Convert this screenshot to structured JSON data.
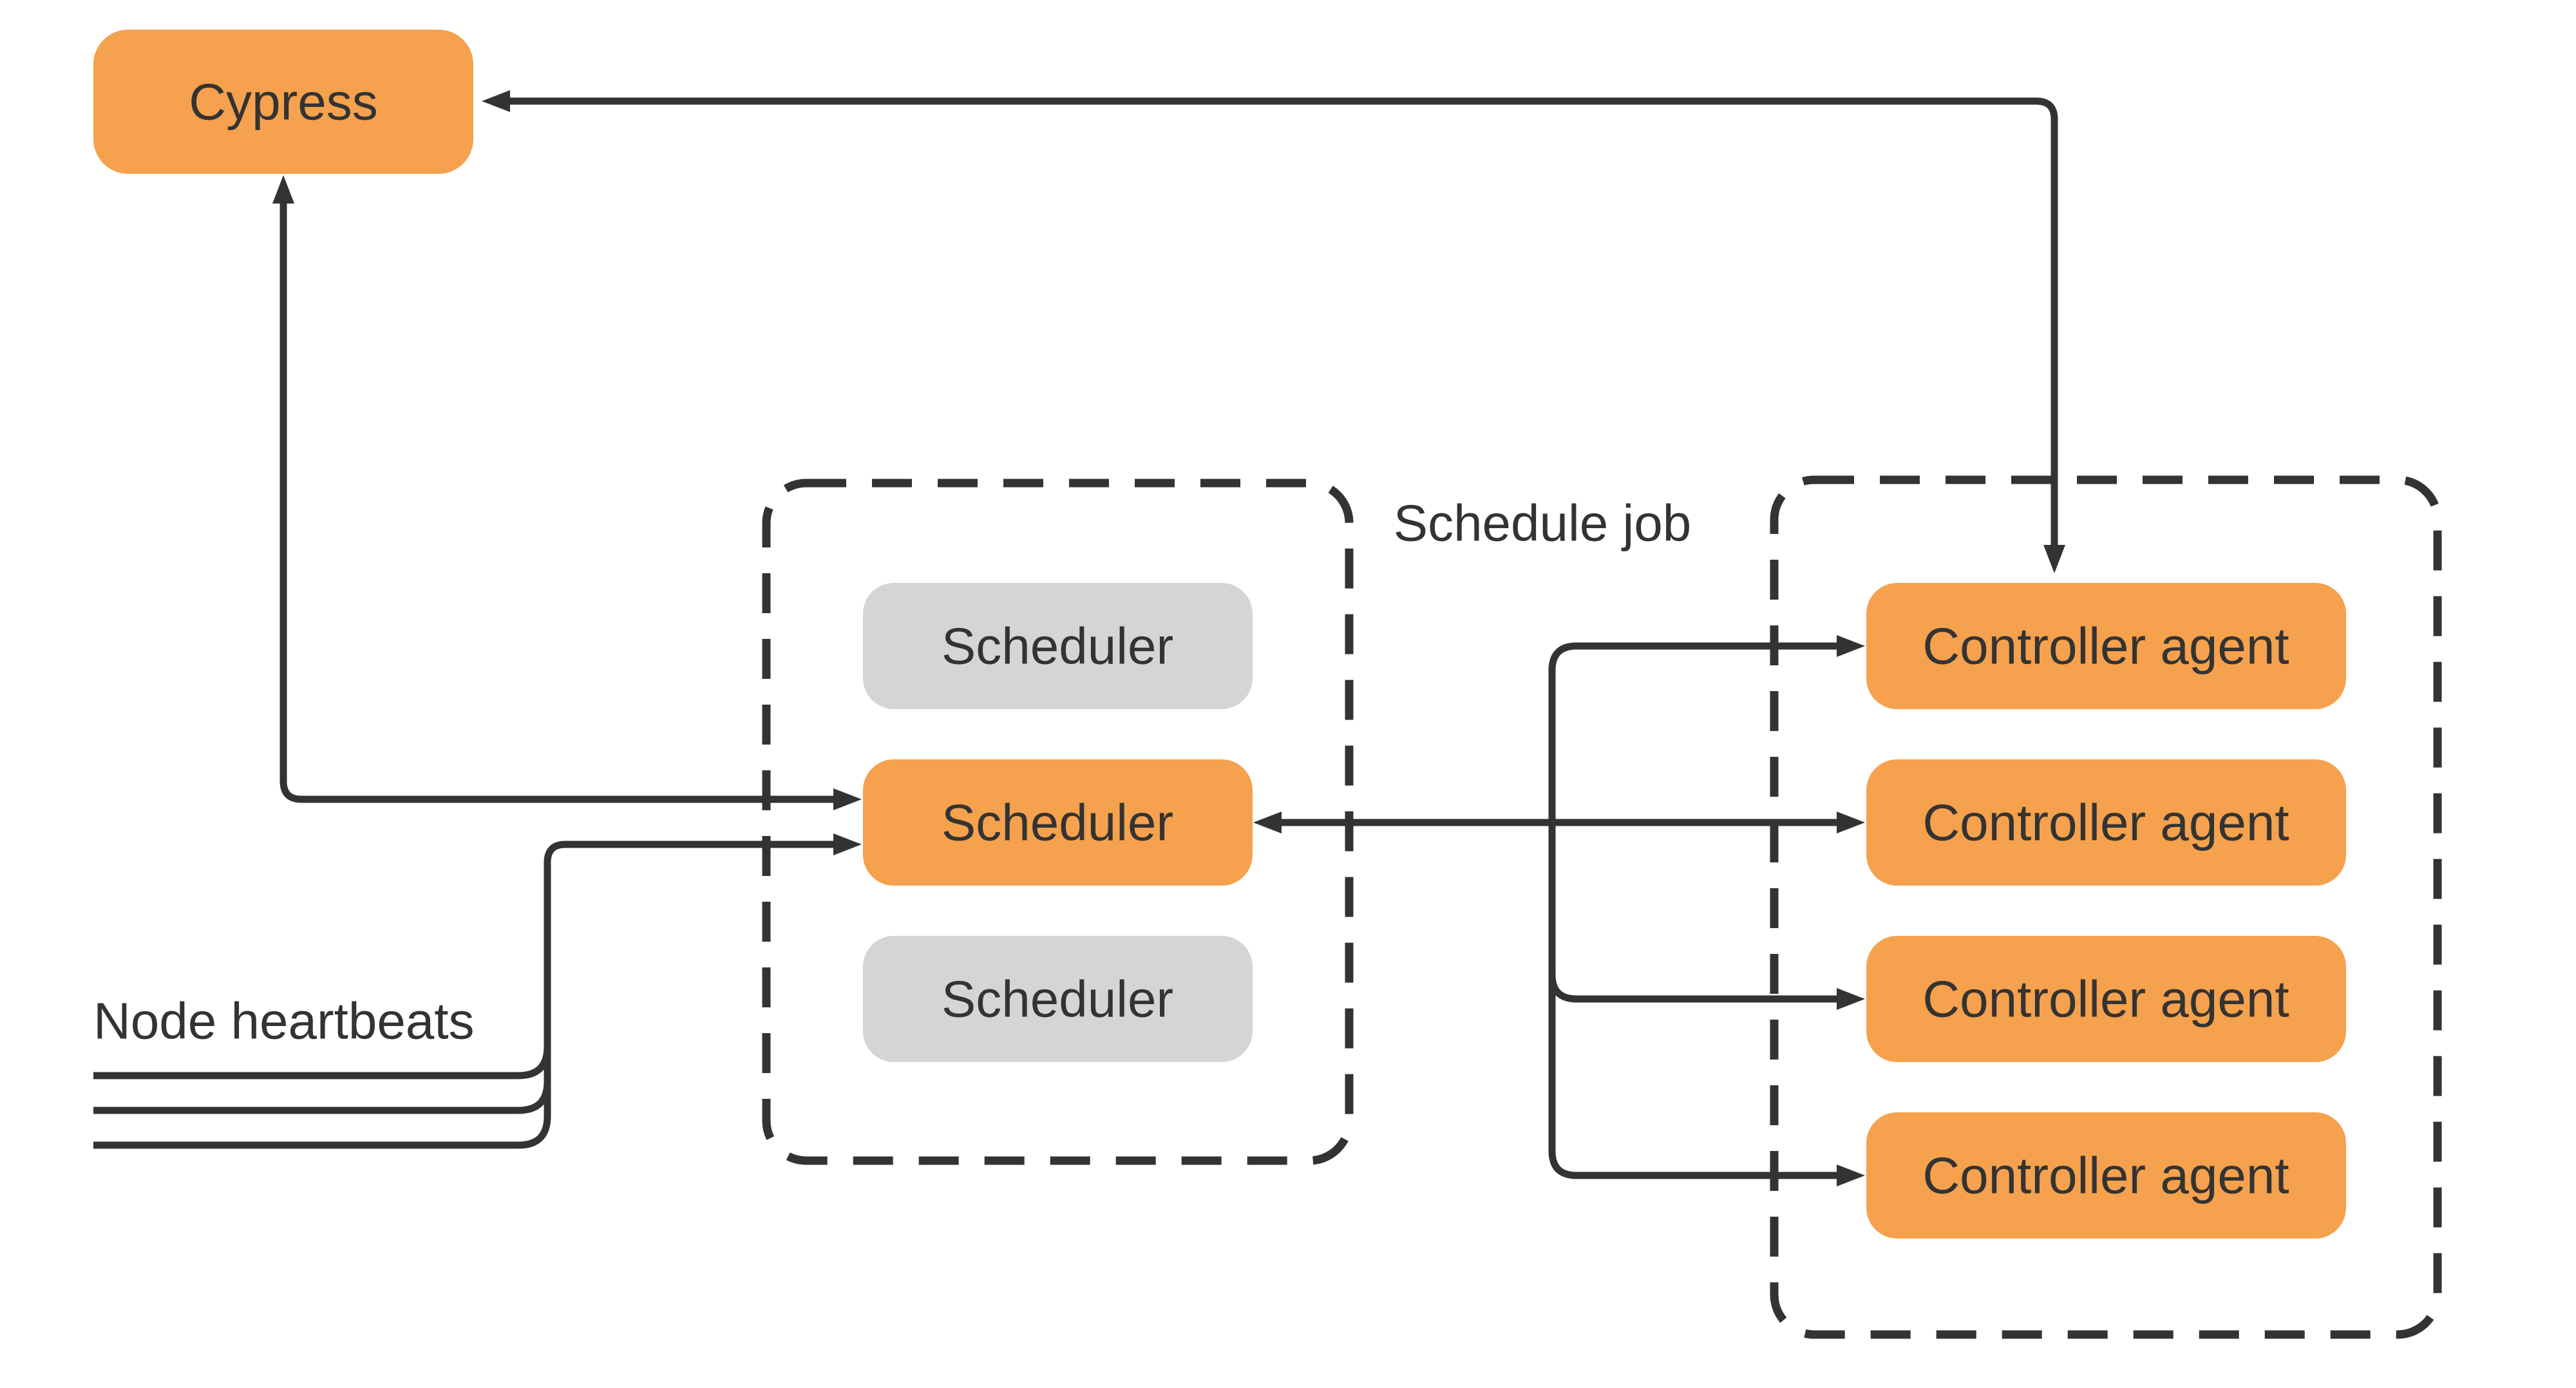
{
  "theme": {
    "background": "#ffffff",
    "line_color": "#333333",
    "text_color": "#333333",
    "node_orange": "#F5A14D",
    "node_gray": "#D5D5D5"
  },
  "nodes": {
    "cypress": {
      "label": "Cypress",
      "color": "orange"
    },
    "scheduler_group": {
      "items": [
        {
          "label": "Scheduler",
          "color": "gray",
          "state": "standby"
        },
        {
          "label": "Scheduler",
          "color": "orange",
          "state": "active"
        },
        {
          "label": "Scheduler",
          "color": "gray",
          "state": "standby"
        }
      ]
    },
    "controller_group": {
      "items": [
        {
          "label": "Controller agent",
          "color": "orange"
        },
        {
          "label": "Controller agent",
          "color": "orange"
        },
        {
          "label": "Controller agent",
          "color": "orange"
        },
        {
          "label": "Controller agent",
          "color": "orange"
        }
      ]
    }
  },
  "labels": {
    "schedule_job": "Schedule job",
    "node_heartbeats": "Node heartbeats"
  },
  "edges": [
    {
      "from": "controller-agent-1",
      "to": "cypress",
      "shape": "elbow-top",
      "arrows": "both-ends"
    },
    {
      "from": "cypress",
      "to": "scheduler-active",
      "shape": "elbow-left",
      "arrows": "both-ends"
    },
    {
      "from": "node-heartbeats-lines",
      "to": "scheduler-active",
      "shape": "three-lines-merging-into-riser",
      "arrows": "end"
    },
    {
      "from": "scheduler-active",
      "to": "controller-agents-1-4",
      "shape": "fan-out",
      "arrows": "both-ends"
    }
  ]
}
